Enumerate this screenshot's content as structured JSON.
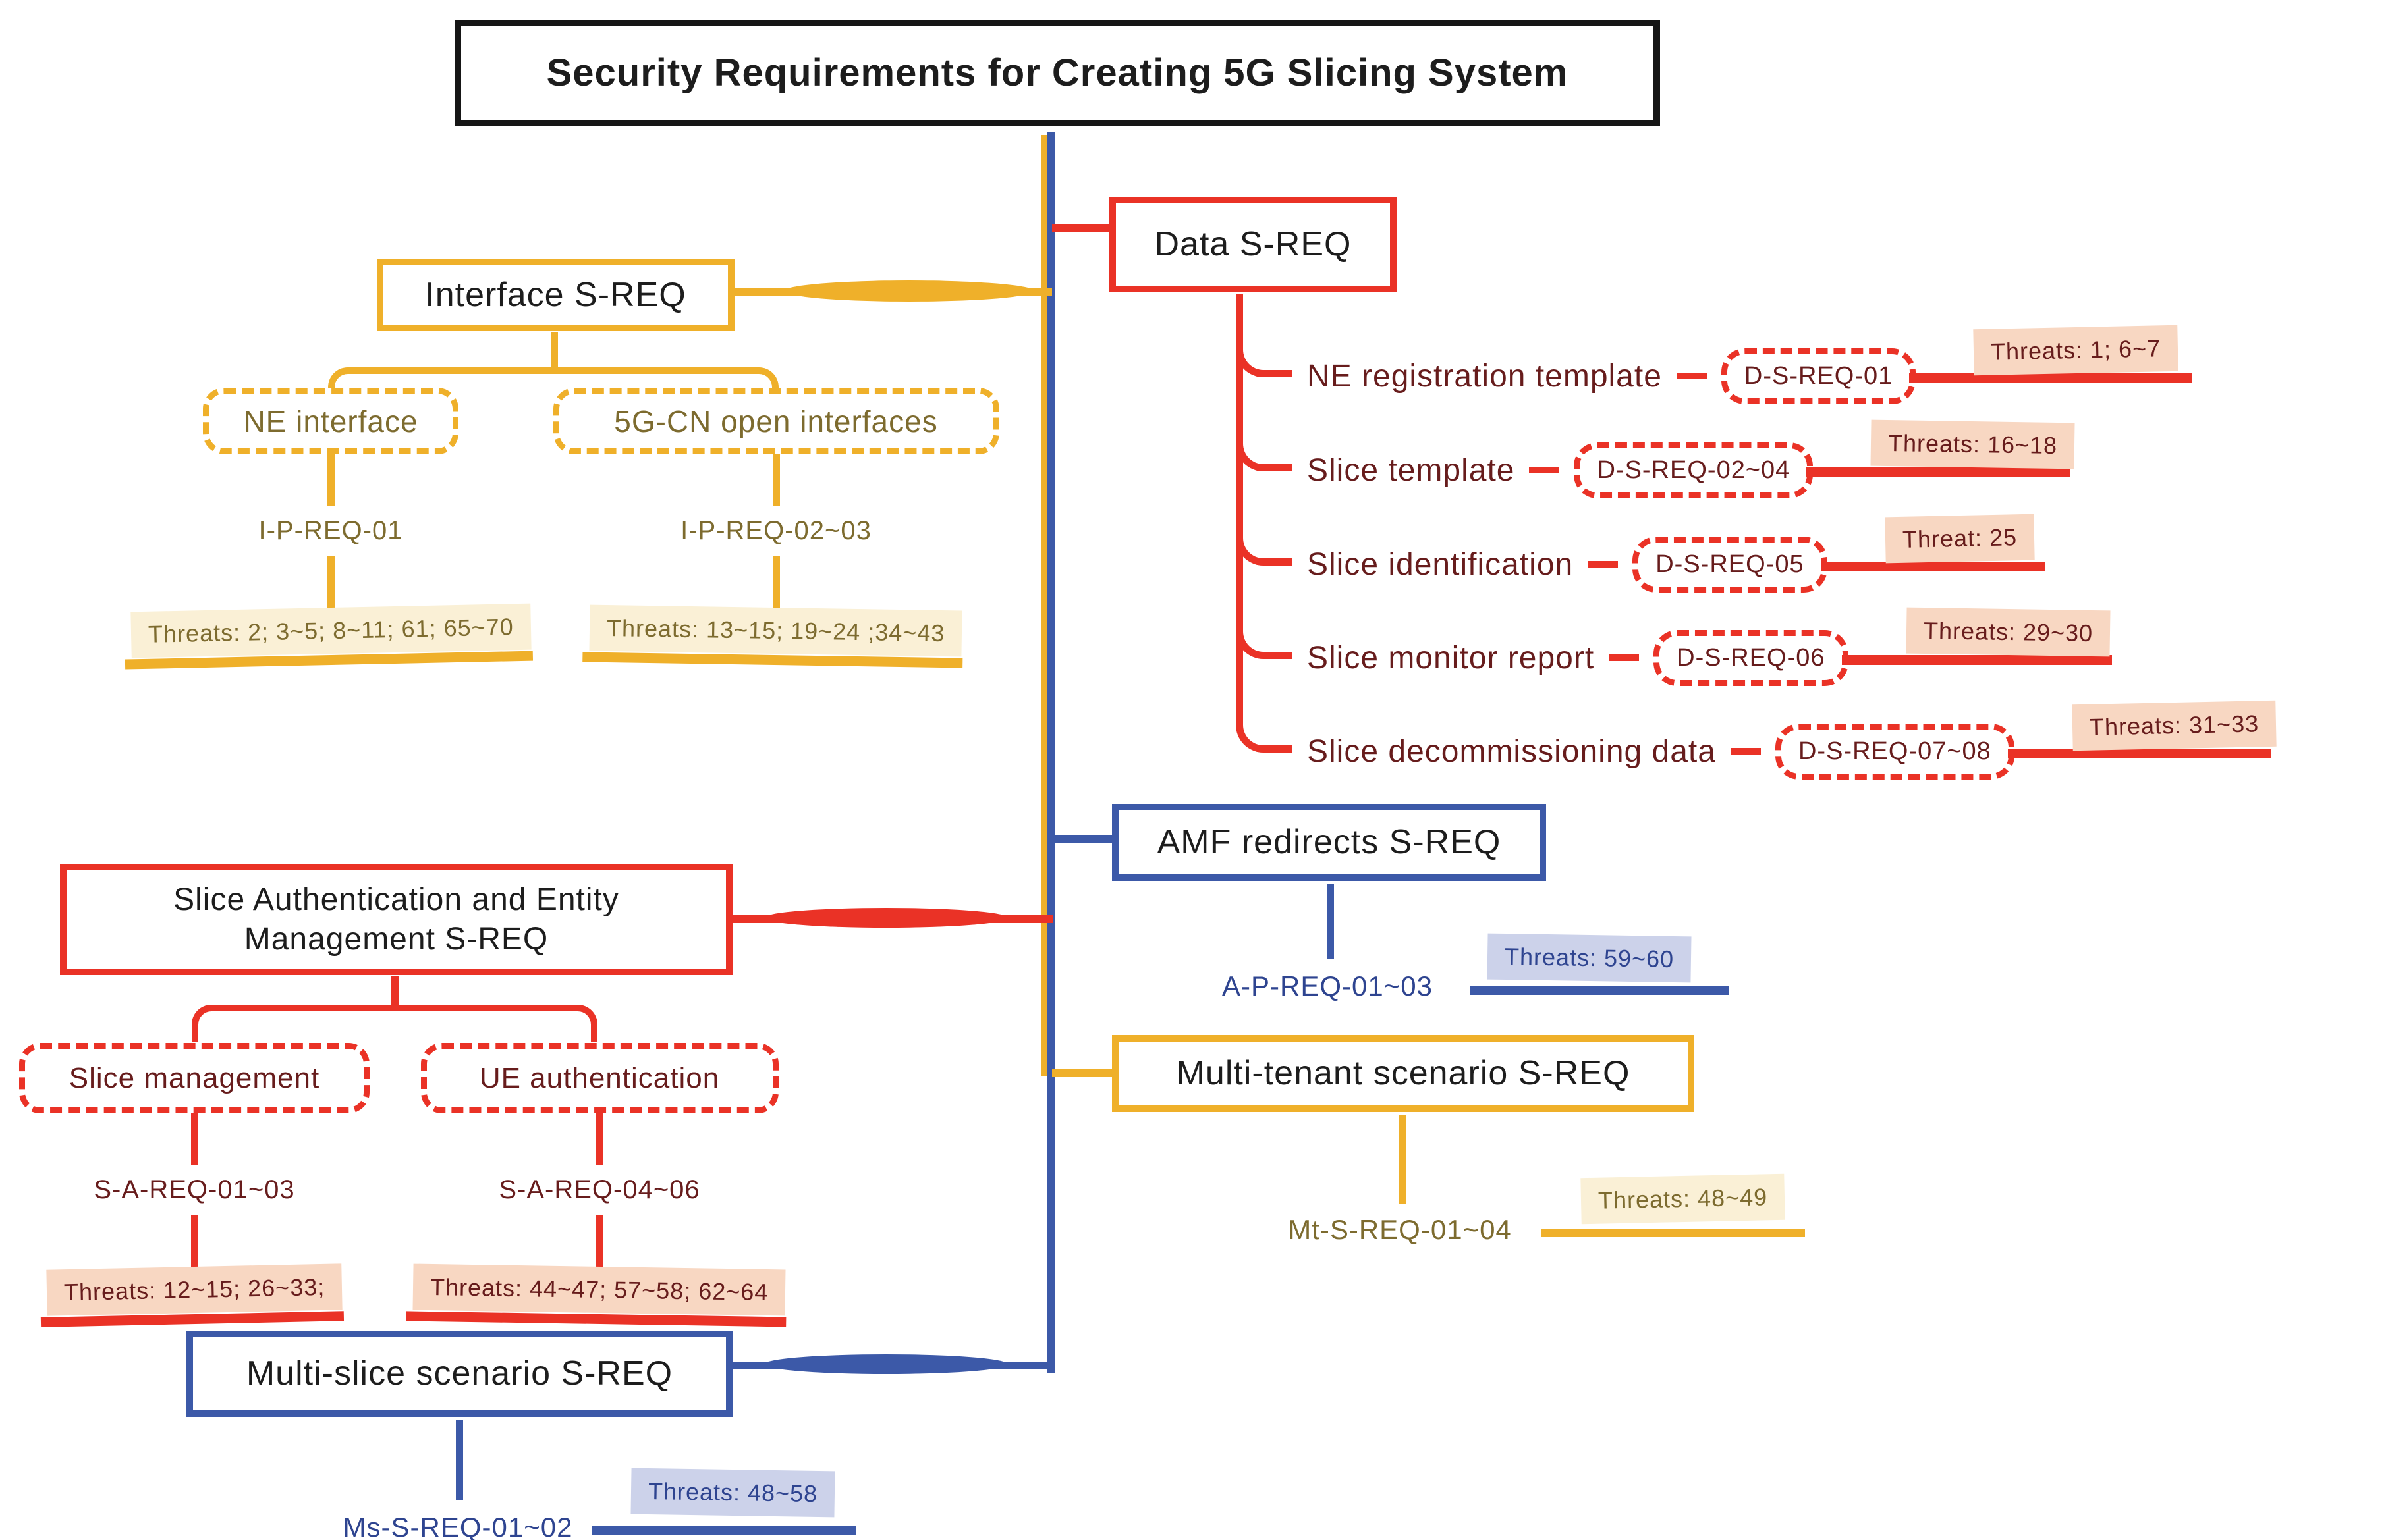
{
  "title": "Security Requirements for Creating 5G Slicing System",
  "colors": {
    "yellow_branch": "#efb02a",
    "red_branch": "#ea3226",
    "blue_branch": "#3c59a8",
    "title_border": "#161616",
    "maroon_text": "#671c1c",
    "olive_text": "#7d6b2f",
    "navy_text": "#2e4490",
    "cream_highlight": "#faf0d6",
    "peach_highlight": "#f8d7c2",
    "lavender_highlight": "#ccd2ea"
  },
  "branches": {
    "interface": {
      "label": "Interface S-REQ",
      "children": [
        {
          "label": "NE interface",
          "req": "I-P-REQ-01",
          "threats": "Threats: 2; 3~5; 8~11; 61; 65~70"
        },
        {
          "label": "5G-CN open interfaces",
          "req": "I-P-REQ-02~03",
          "threats": "Threats: 13~15; 19~24 ;34~43"
        }
      ]
    },
    "data": {
      "label": "Data S-REQ",
      "items": [
        {
          "label": "NE registration template",
          "req": "D-S-REQ-01",
          "threats": "Threats: 1; 6~7"
        },
        {
          "label": "Slice template",
          "req": "D-S-REQ-02~04",
          "threats": "Threats: 16~18"
        },
        {
          "label": "Slice identification",
          "req": "D-S-REQ-05",
          "threats": "Threat: 25"
        },
        {
          "label": "Slice monitor report",
          "req": "D-S-REQ-06",
          "threats": "Threats: 29~30"
        },
        {
          "label": "Slice decommissioning data",
          "req": "D-S-REQ-07~08",
          "threats": "Threats: 31~33"
        }
      ]
    },
    "amf": {
      "label": "AMF redirects S-REQ",
      "req": "A-P-REQ-01~03",
      "threats": "Threats: 59~60"
    },
    "slice_auth": {
      "label": "Slice Authentication and Entity Management S-REQ",
      "children": [
        {
          "label": "Slice management",
          "req": "S-A-REQ-01~03",
          "threats": "Threats: 12~15; 26~33;"
        },
        {
          "label": "UE authentication",
          "req": "S-A-REQ-04~06",
          "threats": "Threats: 44~47; 57~58; 62~64"
        }
      ]
    },
    "multi_tenant": {
      "label": "Multi-tenant scenario S-REQ",
      "req": "Mt-S-REQ-01~04",
      "threats": "Threats: 48~49"
    },
    "multi_slice": {
      "label": "Multi-slice scenario S-REQ",
      "req": "Ms-S-REQ-01~02",
      "threats": "Threats: 48~58"
    }
  }
}
